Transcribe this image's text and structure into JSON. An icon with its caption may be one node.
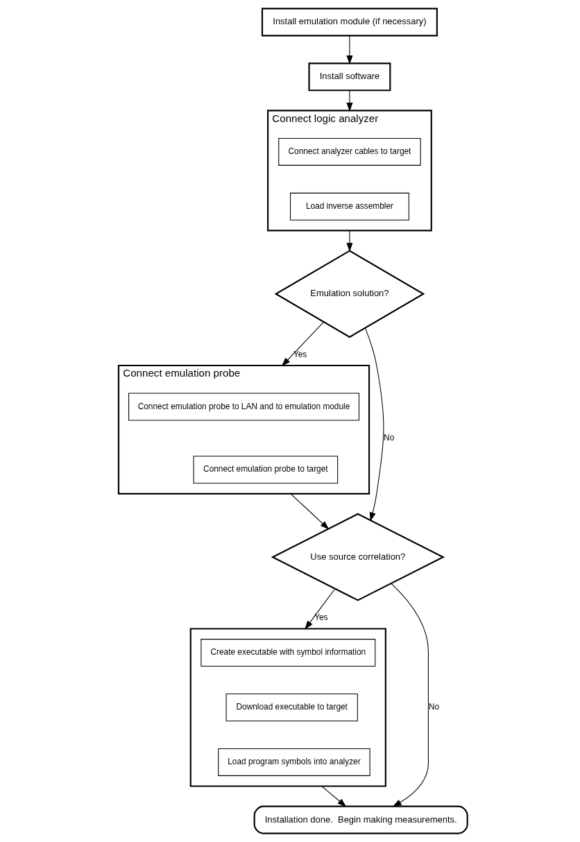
{
  "diagram": {
    "nodes": [
      {
        "text": [
          "Install emulation module (if necessary)"
        ]
      },
      {
        "text": [
          "Install software"
        ]
      },
      {
        "text": [
          "Connect logic analyzer"
        ]
      },
      {
        "text": [
          "Connect analyzer cables to target"
        ],
        "in": 2
      },
      {
        "text": [
          "Load inverse assembler"
        ],
        "in": 2
      },
      {
        "text": [
          "Emulation solution?"
        ]
      },
      {
        "text": [
          "Connect emulation probe"
        ]
      },
      {
        "text": [
          "Connect emulation probe to LAN and to emulation module"
        ],
        "in": 6
      },
      {
        "text": [
          "Connect emulation probe to target"
        ],
        "in": 6
      },
      {
        "text": [
          "Use source correlation?"
        ]
      },
      {
        "text": [],
        "shape": "box"
      },
      {
        "text": [
          "Create executable with symbol information"
        ],
        "in": 10
      },
      {
        "text": [
          "Download executable to target"
        ],
        "in": 10
      },
      {
        "text": [
          "Load program symbols into analyzer"
        ],
        "in": 10
      },
      {
        "text": [
          "Installation done.  Begin making measurements."
        ]
      }
    ],
    "edges": [
      {
        "from": 0,
        "to": 1,
        "arrow": "to"
      },
      {
        "from": 1,
        "to": 2,
        "arrow": "to"
      },
      {
        "from": 2,
        "to": 5,
        "arrow": "to"
      },
      {
        "from": 5,
        "to": 6,
        "arrow": "to",
        "label": "Yes"
      },
      {
        "from": 5,
        "to": 9,
        "arrow": "to",
        "label": "No"
      },
      {
        "from": 6,
        "to": 9,
        "arrow": "to"
      },
      {
        "from": 9,
        "to": 10,
        "arrow": "to",
        "label": "Yes"
      },
      {
        "from": 9,
        "to": 14,
        "arrow": "to",
        "label": "No"
      },
      {
        "from": 10,
        "to": 14,
        "arrow": "to"
      }
    ]
  }
}
